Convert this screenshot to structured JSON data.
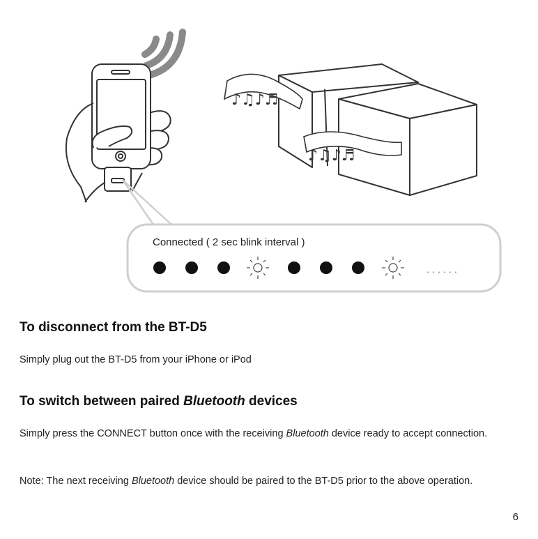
{
  "illustration": {
    "callout": {
      "label": "Connected ( 2 sec blink interval )",
      "sequence": [
        "on",
        "on",
        "on",
        "blink",
        "on",
        "on",
        "on",
        "blink"
      ],
      "continuation": "· · ·  · · ·"
    },
    "icons": [
      "hand-holding-iphone",
      "wireless-signal",
      "bt-d5-adapter",
      "speaker",
      "music-notes"
    ]
  },
  "sections": [
    {
      "heading": "To disconnect from the BT-D5",
      "paragraphs": [
        "Simply plug out the BT-D5 from your iPhone or iPod"
      ]
    },
    {
      "heading_pre": "To switch between paired ",
      "heading_em": "Bluetooth",
      "heading_post": " devices",
      "p1_pre": "Simply press the CONNECT button once with the receiving ",
      "p1_em": "Bluetooth",
      "p1_post": " device ready to accept connection.",
      "p2_pre": "Note: The next receiving ",
      "p2_em": "Bluetooth",
      "p2_post": " device should be paired to the BT-D5 prior to the above operation."
    }
  ],
  "page_number": "6"
}
